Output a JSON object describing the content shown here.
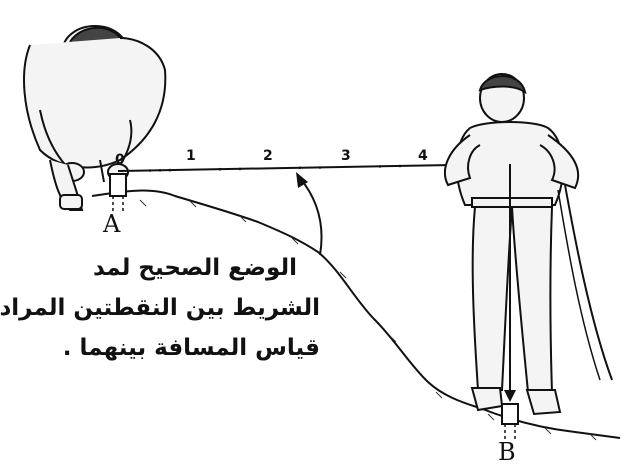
{
  "tape_marks": [
    "0",
    "1",
    "2",
    "3",
    "4"
  ],
  "point_a": "A",
  "point_b": "B",
  "caption_lines": [
    "الوضع الصحيح لمد",
    "الشريط بين النقطتين المراد",
    "قياس المسافة بينهما ."
  ]
}
